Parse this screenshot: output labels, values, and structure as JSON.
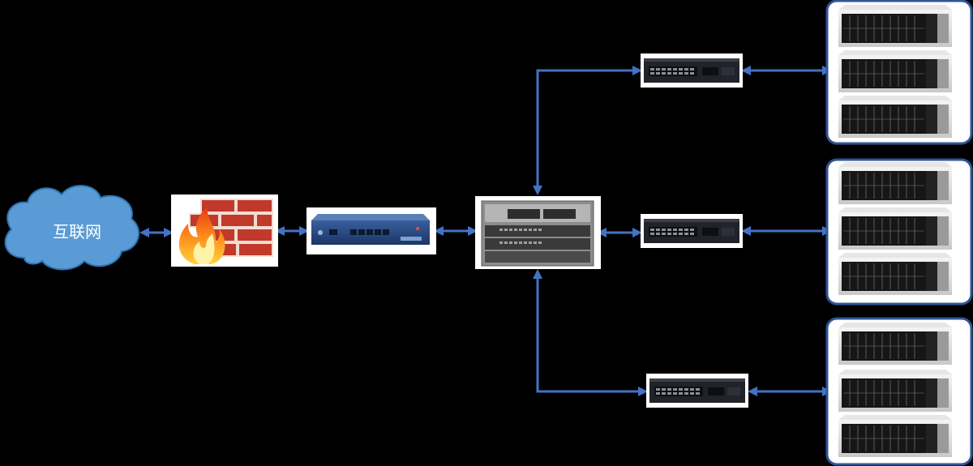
{
  "internet": {
    "label": "互联网"
  },
  "colors": {
    "link": "#4472c4",
    "cloud": "#5b9bd5",
    "cloud_border": "#2e75b6",
    "frame": "#2f5597",
    "background": "#000000"
  },
  "icons": {
    "cloud": "cloud-icon",
    "firewall": "firewall-icon",
    "router": "router-icon",
    "core_switch": "chassis-switch-icon",
    "access_switch": "access-switch-icon",
    "server": "server-icon"
  },
  "topology": {
    "access_switch_count": 3,
    "servers_per_group": 3
  }
}
